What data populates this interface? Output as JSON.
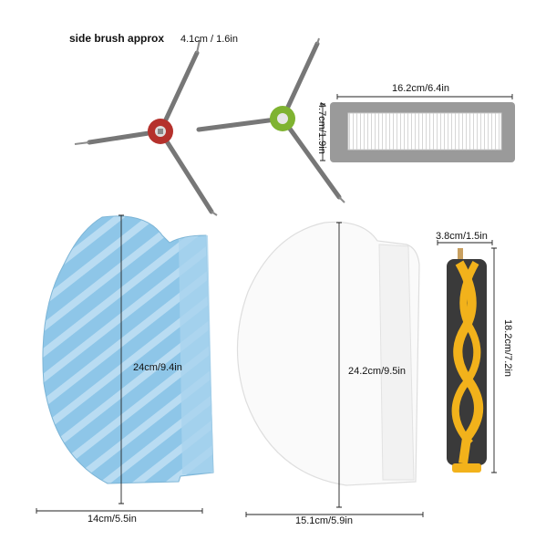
{
  "title": "side brush approx",
  "side_brush_size": "4.1cm / 1.6in",
  "filter": {
    "width": "16.2cm/6.4in",
    "height": "4.7cm/1.9in"
  },
  "blue_mop": {
    "height": "24cm/9.4in",
    "width": "14cm/5.5in"
  },
  "white_mop": {
    "height": "24.2cm/9.5in",
    "width": "15.1cm/5.9in"
  },
  "roller_brush": {
    "width": "3.8cm/1.5in",
    "height": "18.2cm/7.2in"
  },
  "colors": {
    "blue_mop": "#8ec6e8",
    "brush_hub_red": "#b5312c",
    "brush_hub_green": "#7fb331",
    "roller_yellow": "#f2b21b",
    "filter_gray": "#9a9a9a"
  }
}
